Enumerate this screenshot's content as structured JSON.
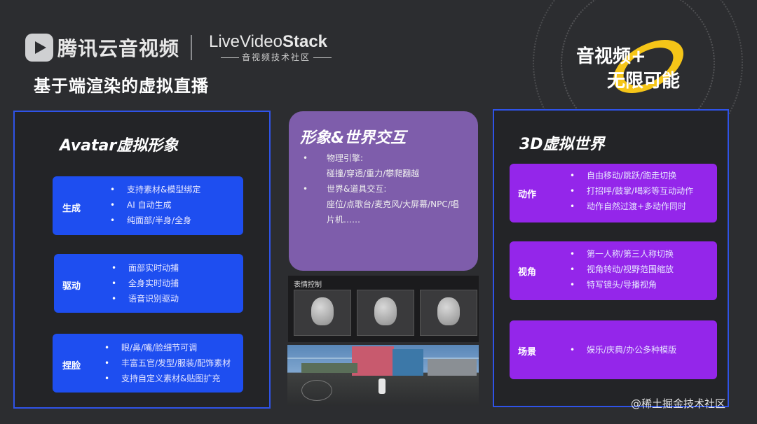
{
  "header": {
    "brand_tencent": "腾讯云音视频",
    "lvs_title_light": "LiveVideo",
    "lvs_title_bold": "Stack",
    "lvs_subtitle": "音视频技术社区",
    "page_title": "基于端渲染的虚拟直播"
  },
  "badge": {
    "line1": "音视频+",
    "line2": "无限可能",
    "ribbon_color": "#f5c518"
  },
  "left_panel": {
    "heading": "Avatar虚拟形象",
    "cards": [
      {
        "label": "生成",
        "items": [
          "支持素材&模型绑定",
          "AI 自动生成",
          "纯面部/半身/全身"
        ]
      },
      {
        "label": "驱动",
        "items": [
          "面部实时动捕",
          "全身实时动捕",
          "语音识别驱动"
        ]
      },
      {
        "label": "捏脸",
        "items": [
          "眼/鼻/嘴/脸细节可调",
          "丰富五官/发型/服装/配饰素材",
          "支持自定义素材&贴图扩充"
        ]
      }
    ]
  },
  "middle": {
    "heading": "形象&世界交互",
    "items": [
      {
        "text": "物理引擎:",
        "bullet": true
      },
      {
        "text": "碰撞/穿透/重力/攀爬翻越",
        "bullet": false
      },
      {
        "text": "世界&道具交互:",
        "bullet": true
      },
      {
        "text": "座位/点歌台/麦克风/大屏幕/NPC/唱",
        "bullet": false
      },
      {
        "text": "片机……",
        "bullet": false
      }
    ],
    "expression_title": "表情控制"
  },
  "right_panel": {
    "heading": "3D虚拟世界",
    "cards": [
      {
        "label": "动作",
        "items": [
          "自由移动/跳跃/跑走切换",
          "打招呼/鼓掌/喝彩等互动动作",
          "动作自然过渡+多动作同时"
        ]
      },
      {
        "label": "视角",
        "items": [
          "第一人称/第三人称切换",
          "视角转动/视野范围缩放",
          "特写镜头/导播视角"
        ]
      },
      {
        "label": "场景",
        "items": [
          "娱乐/庆典/办公多种模版"
        ]
      }
    ]
  },
  "watermark": "@稀土掘金技术社区",
  "colors": {
    "blue_card": "#1e4ef0",
    "purple_card": "#9426ea",
    "mid_card": "#7e5dab",
    "border": "#2f53e8"
  }
}
